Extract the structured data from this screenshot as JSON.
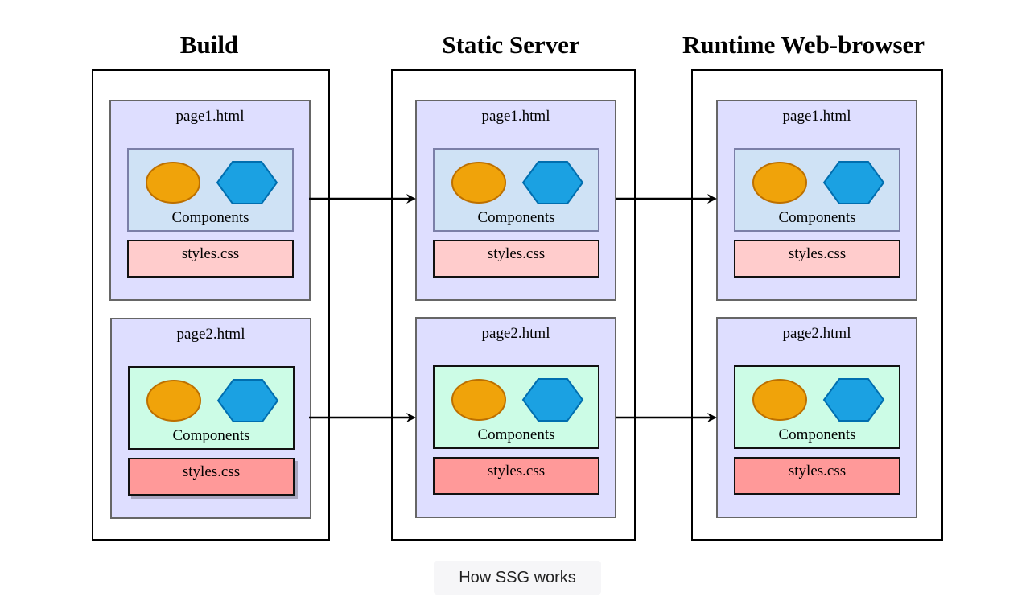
{
  "columns": [
    {
      "title": "Build",
      "pages": [
        {
          "title": "page1.html",
          "components_label": "Components",
          "styles_label": "styles.css"
        },
        {
          "title": "page2.html",
          "components_label": "Components",
          "styles_label": "styles.css"
        }
      ]
    },
    {
      "title": "Static Server",
      "pages": [
        {
          "title": "page1.html",
          "components_label": "Components",
          "styles_label": "styles.css"
        },
        {
          "title": "page2.html",
          "components_label": "Components",
          "styles_label": "styles.css"
        }
      ]
    },
    {
      "title": "Runtime Web-browser",
      "pages": [
        {
          "title": "page1.html",
          "components_label": "Components",
          "styles_label": "styles.css"
        },
        {
          "title": "page2.html",
          "components_label": "Components",
          "styles_label": "styles.css"
        }
      ]
    }
  ],
  "caption": "How SSG works",
  "colors": {
    "page_fill": "#dedeff",
    "components_blue": "#cfe2f5",
    "components_green": "#ccfce6",
    "styles_light": "#ffcccc",
    "styles_dark": "#ff9999",
    "ellipse_fill": "#f0a30a",
    "ellipse_stroke": "#bd7000",
    "hexagon_fill": "#1ba1e2",
    "hexagon_stroke": "#006eaf"
  },
  "icons": [
    "orange-ellipse-icon",
    "blue-hexagon-icon",
    "arrow-right-icon"
  ]
}
